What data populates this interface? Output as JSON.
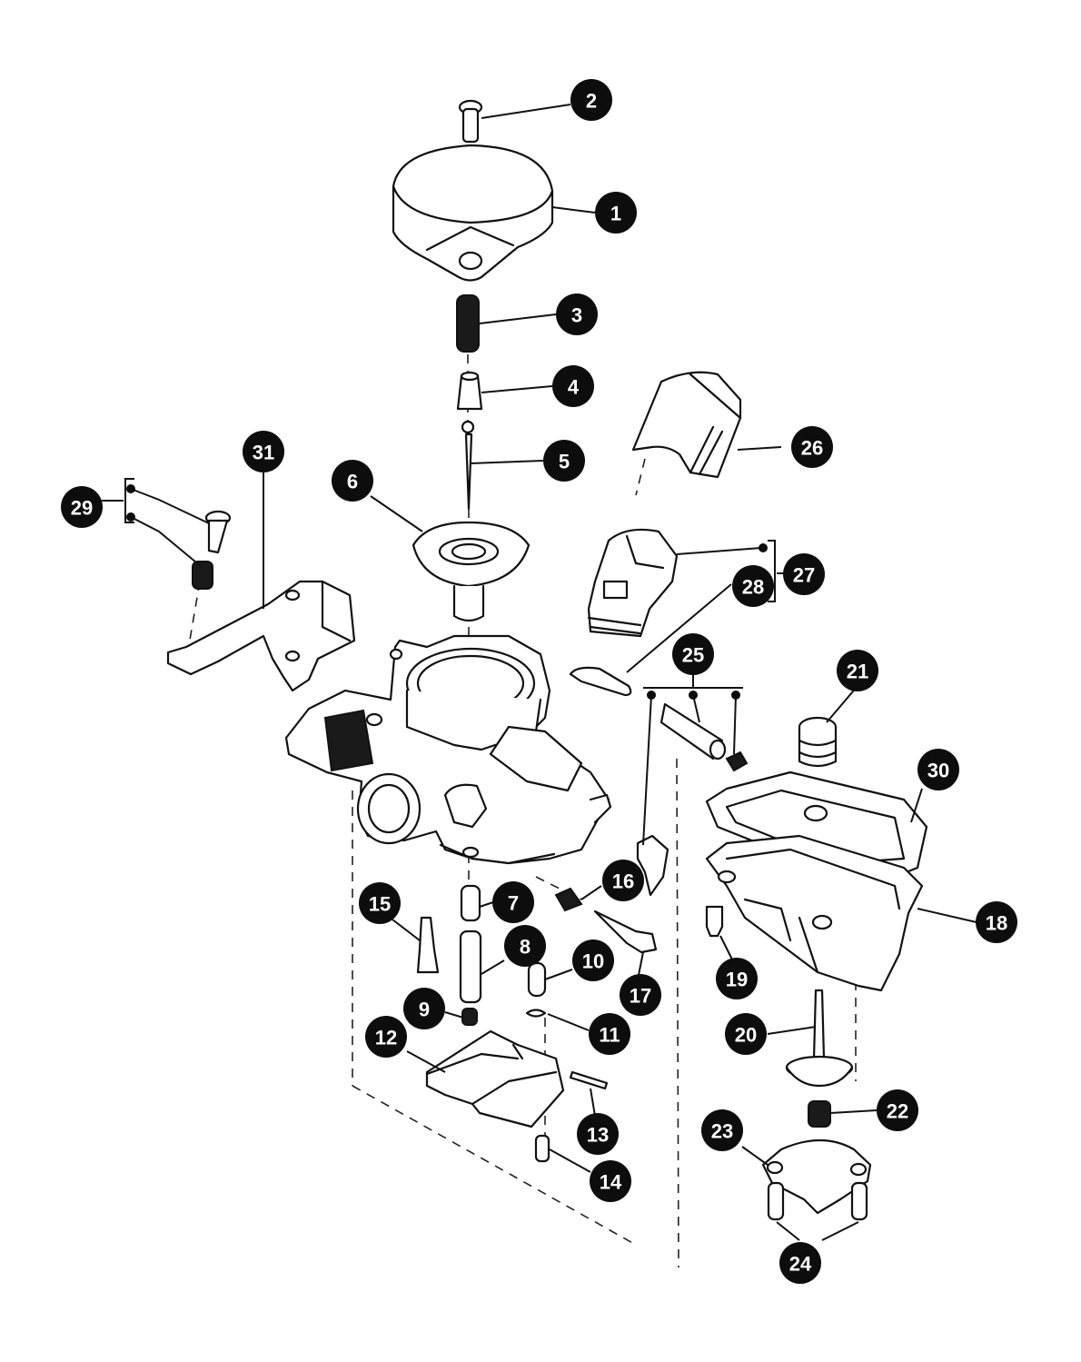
{
  "callouts": [
    {
      "id": "c1",
      "label": "1"
    },
    {
      "id": "c2",
      "label": "2"
    },
    {
      "id": "c3",
      "label": "3"
    },
    {
      "id": "c4",
      "label": "4"
    },
    {
      "id": "c5",
      "label": "5"
    },
    {
      "id": "c6",
      "label": "6"
    },
    {
      "id": "c7",
      "label": "7"
    },
    {
      "id": "c8",
      "label": "8"
    },
    {
      "id": "c9",
      "label": "9"
    },
    {
      "id": "c10",
      "label": "10"
    },
    {
      "id": "c11",
      "label": "11"
    },
    {
      "id": "c12",
      "label": "12"
    },
    {
      "id": "c13",
      "label": "13"
    },
    {
      "id": "c14",
      "label": "14"
    },
    {
      "id": "c15",
      "label": "15"
    },
    {
      "id": "c16",
      "label": "16"
    },
    {
      "id": "c17",
      "label": "17"
    },
    {
      "id": "c18",
      "label": "18"
    },
    {
      "id": "c19",
      "label": "19"
    },
    {
      "id": "c20",
      "label": "20"
    },
    {
      "id": "c21",
      "label": "21"
    },
    {
      "id": "c22",
      "label": "22"
    },
    {
      "id": "c23",
      "label": "23"
    },
    {
      "id": "c24",
      "label": "24"
    },
    {
      "id": "c25",
      "label": "25"
    },
    {
      "id": "c26",
      "label": "26"
    },
    {
      "id": "c27",
      "label": "27"
    },
    {
      "id": "c28",
      "label": "28"
    },
    {
      "id": "c29",
      "label": "29"
    },
    {
      "id": "c30",
      "label": "30"
    },
    {
      "id": "c31",
      "label": "31"
    }
  ],
  "colors": {
    "ink": "#111111",
    "background": "#ffffff",
    "callout_fill": "#0d0d0d",
    "callout_text": "#ffffff"
  }
}
